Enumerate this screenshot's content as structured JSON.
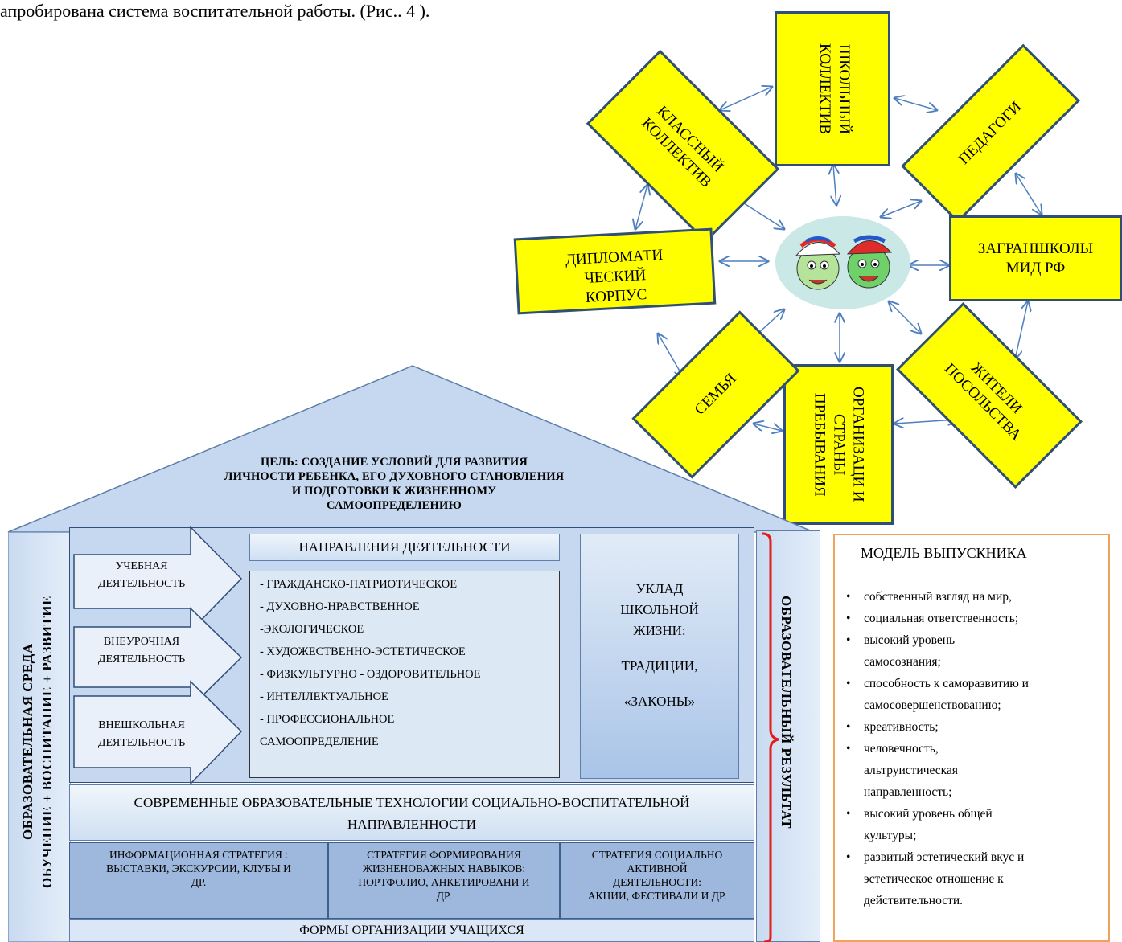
{
  "caption": "апробирована система воспитательной работы. (Рис.. 4 ).",
  "star": {
    "center_icon": "two-cartoon-kids-icon",
    "nodes": {
      "school": "ШКОЛЬНЫЙ КОЛЛЕКТИВ",
      "class": [
        "КЛАССНЫЙ",
        "КОЛЛЕКТИВ"
      ],
      "teachers": "ПЕДАГОГИ",
      "zagran": [
        "ЗАГРАНШКОЛЫ",
        "МИД РФ"
      ],
      "residents": [
        "ЖИТЕЛИ",
        "ПОСОЛЬСТВА"
      ],
      "org": "ОРГАНИЗАЦИ И СТРАНЫ ПРЕБЫВАНИЯ",
      "family": "СЕМЬЯ",
      "diplo": [
        "ДИПЛОМАТИ",
        "ЧЕСКИЙ",
        "КОРПУС"
      ]
    }
  },
  "house": {
    "goal": [
      "ЦЕЛЬ: СОЗДАНИЕ УСЛОВИЙ ДЛЯ РАЗВИТИЯ",
      "ЛИЧНОСТИ РЕБЕНКА, ЕГО ДУХОВНОГО СТАНОВЛЕНИЯ",
      "И ПОДГОТОВКИ К ЖИЗНЕННОМУ",
      "САМООПРЕДЕЛЕНИЮ"
    ],
    "left_column": [
      "ОБРАЗОВАТЕЛЬНАЯ СРЕДА",
      "ОБУЧЕНИЕ + ВОСПИТАНИЕ + РАЗВИТИЕ"
    ],
    "right_column": "ОБРАЗОВАТЕЛЬНЫЙ РЕЗУЛЬТАТ",
    "activities": [
      [
        "УЧЕБНАЯ",
        "ДЕЯТЕЛЬНОСТЬ"
      ],
      [
        "ВНЕУРОЧНАЯ",
        "ДЕЯТЕЛЬНОСТЬ"
      ],
      [
        "ВНЕШКОЛЬНАЯ",
        "ДЕЯТЕЛЬНОСТЬ"
      ]
    ],
    "directions_title": "НАПРАВЛЕНИЯ ДЕЯТЕЛЬНОСТИ",
    "directions": [
      "- ГРАЖДАНСКО-ПАТРИОТИЧЕСКОЕ",
      "- ДУХОВНО-НРАВСТВЕННОЕ",
      "-ЭКОЛОГИЧЕСКОЕ",
      "- ХУДОЖЕСТВЕННО-ЭСТЕТИЧЕСКОЕ",
      "- ФИЗКУЛЬТУРНО - ОЗДОРОВИТЕЛЬНОЕ",
      "- ИНТЕЛЛЕКТУАЛЬНОЕ",
      "- ПРОФЕССИОНАЛЬНОЕ",
      "САМООПРЕДЕЛЕНИЕ"
    ],
    "uklad": [
      "УКЛАД",
      "ШКОЛЬНОЙ",
      "ЖИЗНИ:",
      "ТРАДИЦИИ,",
      "«ЗАКОНЫ»"
    ],
    "technologies": [
      "СОВРЕМЕННЫЕ ОБРАЗОВАТЕЛЬНЫЕ ТЕХНОЛОГИИ СОЦИАЛЬНО-ВОСПИТАТЕЛЬНОЙ",
      "НАПРАВЛЕННОСТИ"
    ],
    "strategies": [
      [
        "ИНФОРМАЦИОННАЯ СТРАТЕГИЯ :",
        "ВЫСТАВКИ, ЭКСКУРСИИ, КЛУБЫ И",
        "ДР."
      ],
      [
        "СТРАТЕГИЯ ФОРМИРОВАНИЯ",
        "ЖИЗНЕНОВАЖНЫХ НАВЫКОВ:",
        "ПОРТФОЛИО, АНКЕТИРОВАНИ И",
        "ДР."
      ],
      [
        "СТРАТЕГИЯ СОЦИАЛЬНО",
        "АКТИВНОЙ",
        "ДЕЯТЕЛЬНОСТИ:",
        "АКЦИИ, ФЕСТИВАЛИ И ДР."
      ]
    ],
    "forms": "ФОРМЫ ОРГАНИЗАЦИИ УЧАЩИХСЯ"
  },
  "graduate": {
    "title": "МОДЕЛЬ ВЫПУСКНИКА",
    "items": [
      [
        "собственный взгляд на мир,"
      ],
      [
        "социальная  ответственность;"
      ],
      [
        "высокий уровень",
        "самосознания;"
      ],
      [
        "способность к саморазвитию и",
        "самосовершенствованию;"
      ],
      [
        "креативность;"
      ],
      [
        "человечность,",
        "альтруистическая",
        "направленность;"
      ],
      [
        "высокий уровень общей",
        "культуры;"
      ],
      [
        "развитый эстетический вкус и",
        "эстетическое отношение к",
        "действительности."
      ]
    ]
  },
  "colors": {
    "yellow": "#ffff00",
    "box_border": "#2f4e7a",
    "house_fill": "#c6d8ef",
    "bracket": "#e31b1b",
    "model_border": "#f0a35a",
    "arrow": "#4f7fbf"
  }
}
